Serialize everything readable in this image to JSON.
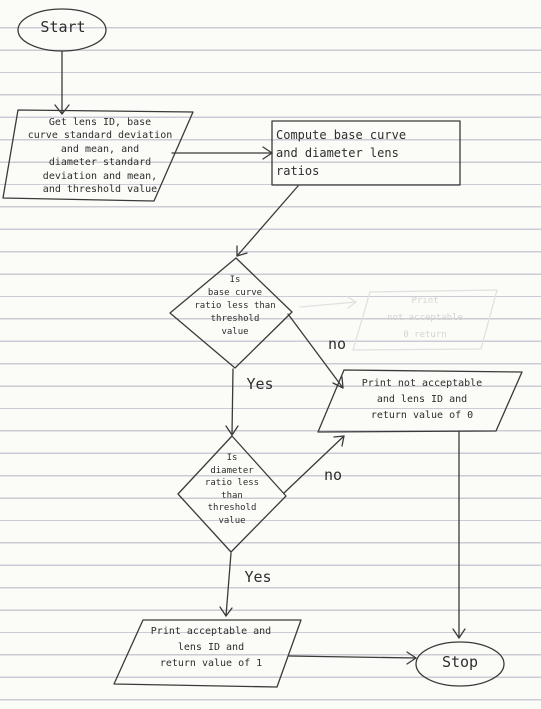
{
  "nodes": {
    "start": "Start",
    "input": "Get lens ID, base\ncurve standard deviation\nand mean, and\ndiameter standard\ndeviation and mean,\nand threshold value",
    "compute": "Compute base curve\nand diameter lens\nratios",
    "decision_base": "Is\nbase curve\nratio less than\nthreshold\nvalue",
    "decision_diameter": "Is\ndiameter\nratio less\nthan\nthreshold\nvalue",
    "not_acceptable": "Print not acceptable\nand lens ID and\nreturn value of 0",
    "acceptable": "Print acceptable and\nlens ID and\nreturn value of 1",
    "stop": "Stop"
  },
  "edges": {
    "base_no": "no",
    "base_yes": "Yes",
    "diameter_no": "no",
    "diameter_yes": "Yes"
  },
  "erased_draft": "Print\nnot acceptable\n0 return"
}
